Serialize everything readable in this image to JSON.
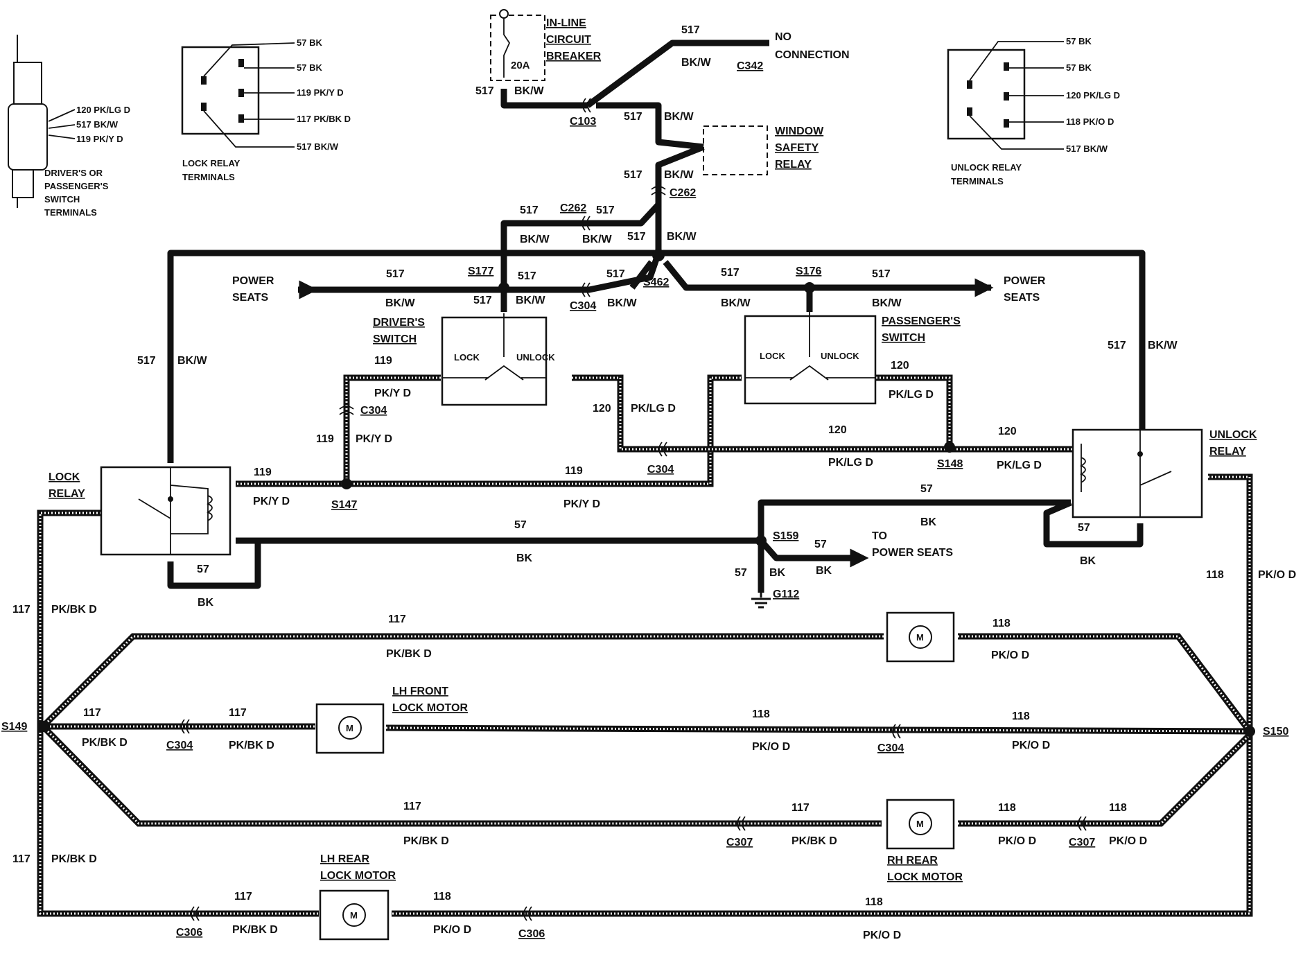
{
  "connector_views": {
    "driver_switch_terminals": {
      "label": [
        "DRIVER'S OR",
        "PASSENGER'S",
        "SWITCH",
        "TERMINALS"
      ],
      "pins": [
        "120 PK/LG D",
        "517 BK/W",
        "119 PK/Y D"
      ]
    },
    "lock_relay_terminals": {
      "label": [
        "LOCK RELAY",
        "TERMINALS"
      ],
      "pins": [
        "57 BK",
        "57 BK",
        "119 PK/Y D",
        "117 PK/BK D",
        "517 BK/W"
      ]
    },
    "unlock_relay_terminals": {
      "label": [
        "UNLOCK RELAY",
        "TERMINALS"
      ],
      "pins": [
        "57 BK",
        "57 BK",
        "120 PK/LG D",
        "118 PK/O D",
        "517 BK/W"
      ]
    }
  },
  "components": {
    "breaker": [
      "IN-LINE",
      "CIRCUIT",
      "BREAKER"
    ],
    "breaker_rating": "20A",
    "no_connection": [
      "NO",
      "CONNECTION"
    ],
    "window_relay": [
      "WINDOW",
      "SAFETY",
      "RELAY"
    ],
    "power_seats": [
      "POWER",
      "SEATS"
    ],
    "to_power_seats": [
      "TO",
      "POWER SEATS"
    ],
    "drivers_switch": [
      "DRIVER'S",
      "SWITCH"
    ],
    "passengers_switch": [
      "PASSENGER'S",
      "SWITCH"
    ],
    "lock": "LOCK",
    "unlock": "UNLOCK",
    "lock_relay": [
      "LOCK",
      "RELAY"
    ],
    "unlock_relay": [
      "UNLOCK",
      "RELAY"
    ],
    "lh_front_motor": [
      "LH FRONT",
      "LOCK MOTOR"
    ],
    "lh_rear_motor": [
      "LH REAR",
      "LOCK MOTOR"
    ],
    "rh_rear_motor": [
      "RH REAR",
      "LOCK MOTOR"
    ],
    "motor_symbol": "M"
  },
  "refs": {
    "c103": "C103",
    "c342": "C342",
    "c262": "C262",
    "c304": "C304",
    "c306": "C306",
    "c307": "C307",
    "s177": "S177",
    "s176": "S176",
    "s462": "S462",
    "s147": "S147",
    "s148": "S148",
    "s159": "S159",
    "s149": "S149",
    "s150": "S150",
    "g112": "G112"
  },
  "circuits": {
    "c517": "517",
    "c119": "119",
    "c120": "120",
    "c57": "57",
    "c117": "117",
    "c118": "118",
    "bkw": "BK/W",
    "pkyd": "PK/Y D",
    "pklgd": "PK/LG D",
    "bk": "BK",
    "pkbkd": "PK/BK D",
    "pkod": "PK/O D"
  }
}
